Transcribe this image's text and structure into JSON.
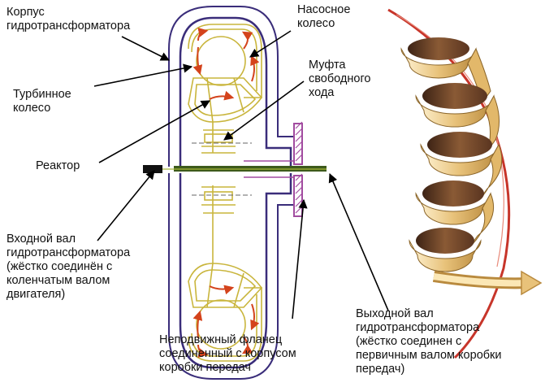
{
  "labels": {
    "housing": "Корпус\nгидротрансформатора",
    "pump_wheel": "Насосное\nколесо",
    "freewheel_clutch": "Муфта\nсвободного\nхода",
    "turbine_wheel": "Турбинное\nколесо",
    "reactor": "Реактор",
    "input_shaft": "Входной вал\nгидротрансформатора\n(жёстко соединён с\nколенчатым валом\nдвигателя)",
    "fixed_flange": "Неподвижный фланец\nсоединенный с корпусом\nкоробки передач",
    "output_shaft": "Выходной вал\nгидротрансформатора\n(жёстко соединен с\nпервичным валом коробки\nпередач)"
  },
  "colors": {
    "housing": "#3a2d7a",
    "wheel_line": "#c9b53c",
    "flow_arrow": "#d4431c",
    "shaft": "#3d5a1c",
    "flange": "#a24ca0",
    "spiral_outer": "#f3d9a0",
    "spiral_inner": "#7b4a2a"
  },
  "icons": {
    "flow_arrows": "circular-red-arrow",
    "spiral_illustration": "helical-fluid-flow"
  }
}
